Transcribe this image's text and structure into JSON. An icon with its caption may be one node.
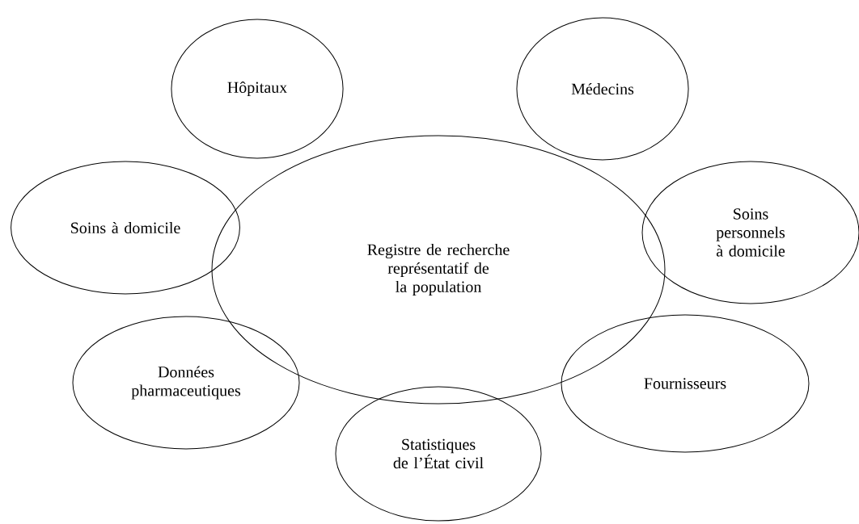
{
  "diagram": {
    "nodes": [
      {
        "text": [
          "Hôpitaux"
        ]
      },
      {
        "text": [
          "Médecins"
        ]
      },
      {
        "text": [
          "Soins à domicile"
        ]
      },
      {
        "text": [
          "Registre de recherche représentatif de la population"
        ]
      },
      {
        "text": [
          "Soins personnels à domicile"
        ]
      },
      {
        "text": [
          "Données pharmaceutiques"
        ]
      },
      {
        "text": [
          "Fournisseurs"
        ]
      },
      {
        "text": [
          "Statistiques de l’État civil"
        ]
      }
    ]
  }
}
